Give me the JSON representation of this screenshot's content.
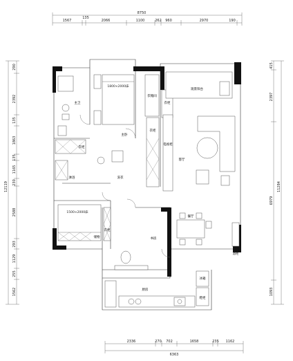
{
  "dimensions": {
    "top_total": "8750",
    "top_segments": [
      "1567",
      "135",
      "2066",
      "1100",
      "262",
      "960",
      "2970",
      "190"
    ],
    "bottom_total": "6363",
    "bottom_segments": [
      "2336",
      "270",
      "702",
      "1658",
      "235",
      "1162"
    ],
    "left_total": "12119",
    "left_segments": [
      "290",
      "2392",
      "135",
      "1863",
      "135",
      "1165",
      "230",
      "2588",
      "293",
      "1129",
      "255",
      "1562"
    ],
    "right_total": "11284",
    "right_segments": [
      "415",
      "2397",
      "6979",
      "1093"
    ]
  },
  "rooms": {
    "master_bedroom": "主卧",
    "bed_master": "1800×2000床",
    "bed_second": "1500×2000床",
    "wardrobe_a": "衣帽间",
    "closet_1": "衣柜",
    "closet_2": "衣柜",
    "closet_3": "衣柜",
    "closet_4": "衣柜",
    "bathroom_master": "主卫",
    "shower": "淋浴",
    "living": "客厅",
    "dining": "餐厅",
    "kitchen": "厨房",
    "balcony": "观景阳台",
    "study": "书房",
    "utility": "洗衣",
    "storage": "储物",
    "wine_cabinet": "酒柜",
    "tv_cabinet": "电视柜",
    "shoe": "鞋柜",
    "fridge": "冰箱"
  }
}
